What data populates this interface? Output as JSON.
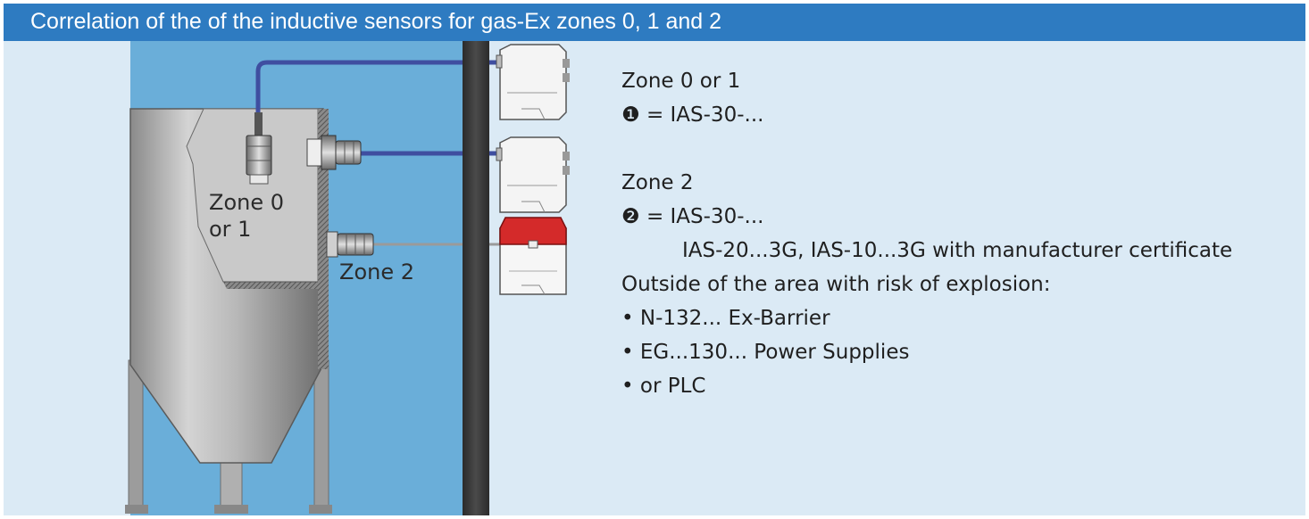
{
  "title": "Correlation of the of the inductive sensors for gas-Ex zones 0, 1 and 2",
  "zone_labels": {
    "inner_line1": "Zone 0",
    "inner_line2": "or 1",
    "outer": "Zone 2"
  },
  "info": {
    "zone01_heading": "Zone 0 or 1",
    "zone01_marker": "❶",
    "zone01_eq": "=  IAS-30-...",
    "zone2_heading": "Zone 2",
    "zone2_marker": "❷",
    "zone2_eq": "=  IAS-30-...",
    "zone2_cont": "IAS-20...3G, IAS-10...3G with manufacturer certificate",
    "outside_heading": "Outside of the area with risk of explosion:",
    "bullets": [
      "• N-132...  Ex-Barrier",
      "• EG...130... Power Supplies",
      "• or PLC"
    ]
  },
  "colors": {
    "header": "#2e7bc1",
    "background": "#dbeaf5",
    "hazard_area": "#6aaed9",
    "wall": "#3a3a3a",
    "cable": "#3f4ea0",
    "module_cap_red": "#d42a2a"
  },
  "icons": [
    "sensor-icon",
    "barrier-module-icon",
    "tank-illustration"
  ]
}
